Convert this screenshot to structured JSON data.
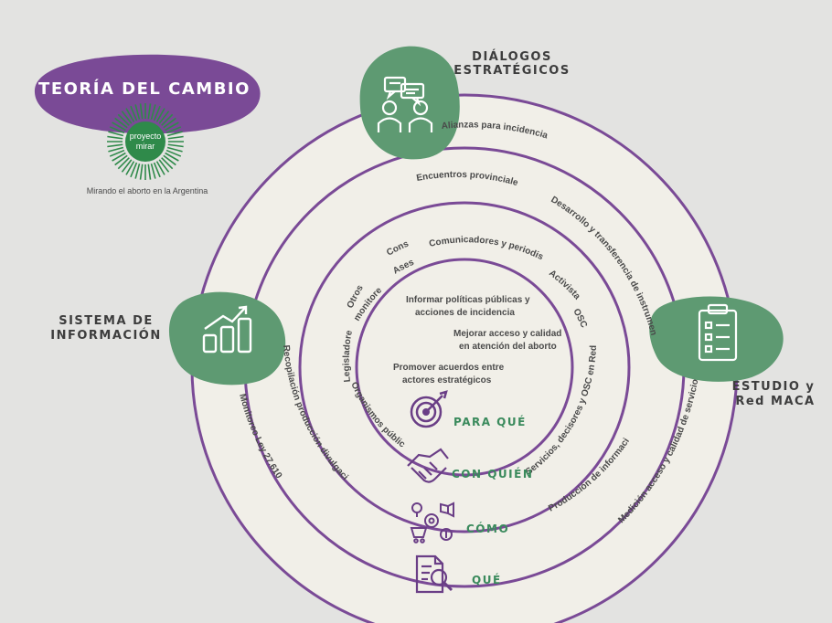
{
  "logo": {
    "title": "TEORÍA DEL CAMBIO",
    "brand_line1": "proyecto",
    "brand_line2": "mirar",
    "tagline": "Mirando el aborto en la Argentina"
  },
  "pillars": {
    "dialogos_line1": "DIÁLOGOS",
    "dialogos_line2": "ESTRATÉGICOS",
    "sistema_line1": "SISTEMA DE",
    "sistema_line2": "INFORMACIÓN",
    "estudio_line1": "ESTUDIO y",
    "estudio_line2": "Red MACA"
  },
  "rings": {
    "que": "QUÉ",
    "como": "CÓMO",
    "con_quien": "CON QUIÉN",
    "para_que": "PARA QUÉ"
  },
  "outer_ring": {
    "alianzas": "Alianzas para incidencia",
    "monitoreo": "Monitoreo Ley 27.610",
    "medicion": "Medición acceso y calidad de servicios"
  },
  "second_ring": {
    "encuentros": "Encuentros provinciales",
    "desarrollo": "Desarrollo y transferencia de instrumentos",
    "recopilacion": "Recopilación producción divulgación",
    "produccion": "Producción de información"
  },
  "third_ring": {
    "comunicadores": "Comunicadores y periodistas",
    "activistas": "Activistas",
    "osc": "OSC",
    "consejo_line1": "Consejo",
    "consejo_line2": "Asesor",
    "otros_line1": "Otros",
    "otros_line2": "monitoreos",
    "legisladores": "Legisladores",
    "organismos": "Organismos públicos",
    "servicios": "Servicios, decisores y OSC en Red MACA"
  },
  "center": {
    "line1": "Informar políticas públicas y",
    "line2": "acciones de incidencia",
    "line3": "Mejorar acceso y calidad",
    "line4": "en atención del aborto",
    "line5": "Promover acuerdos entre",
    "line6": "actores estratégicos"
  },
  "colors": {
    "purple": "#7a4a96",
    "green": "#5e9a72",
    "green_text": "#3a8a5c",
    "ring_fill": "#f1efe8",
    "background": "#e3e3e1"
  }
}
